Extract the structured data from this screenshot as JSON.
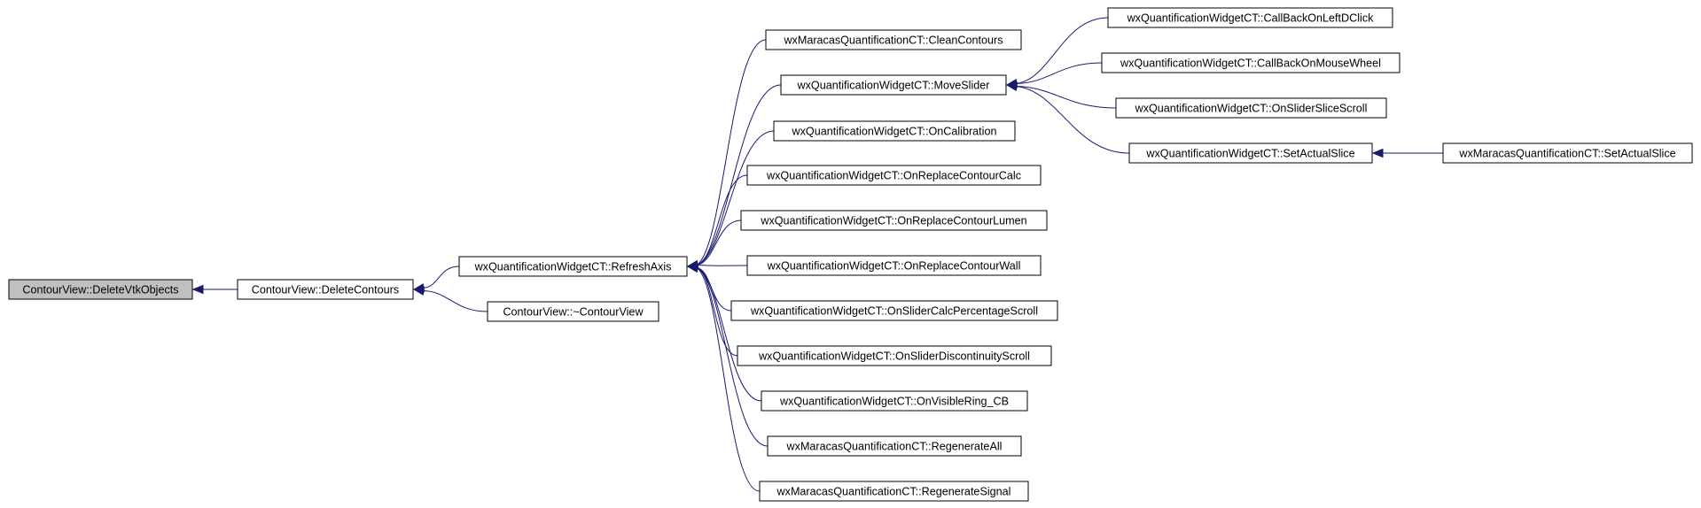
{
  "diagram": {
    "type": "caller-graph",
    "colors": {
      "edge": "#191970",
      "node_border": "#000000",
      "root_fill": "#c0c0c0",
      "node_fill": "#ffffff"
    },
    "nodes": [
      {
        "id": "n0",
        "label": "ContourView::DeleteVtkObjects",
        "root": true
      },
      {
        "id": "n1",
        "label": "ContourView::DeleteContours"
      },
      {
        "id": "n2",
        "label": "wxQuantificationWidgetCT::RefreshAxis"
      },
      {
        "id": "n3",
        "label": "ContourView::~ContourView"
      },
      {
        "id": "n4",
        "label": "wxMaracasQuantificationCT::CleanContours"
      },
      {
        "id": "n5",
        "label": "wxQuantificationWidgetCT::MoveSlider"
      },
      {
        "id": "n6",
        "label": "wxQuantificationWidgetCT::OnCalibration"
      },
      {
        "id": "n7",
        "label": "wxQuantificationWidgetCT::OnReplaceContourCalc"
      },
      {
        "id": "n8",
        "label": "wxQuantificationWidgetCT::OnReplaceContourLumen"
      },
      {
        "id": "n9",
        "label": "wxQuantificationWidgetCT::OnReplaceContourWall"
      },
      {
        "id": "n10",
        "label": "wxQuantificationWidgetCT::OnSliderCalcPercentageScroll"
      },
      {
        "id": "n11",
        "label": "wxQuantificationWidgetCT::OnSliderDiscontinuityScroll"
      },
      {
        "id": "n12",
        "label": "wxQuantificationWidgetCT::OnVisibleRing_CB"
      },
      {
        "id": "n13",
        "label": "wxMaracasQuantificationCT::RegenerateAll"
      },
      {
        "id": "n14",
        "label": "wxMaracasQuantificationCT::RegenerateSignal"
      },
      {
        "id": "n15",
        "label": "wxQuantificationWidgetCT::CallBackOnLeftDClick"
      },
      {
        "id": "n16",
        "label": "wxQuantificationWidgetCT::CallBackOnMouseWheel"
      },
      {
        "id": "n17",
        "label": "wxQuantificationWidgetCT::OnSliderSliceScroll"
      },
      {
        "id": "n18",
        "label": "wxQuantificationWidgetCT::SetActualSlice"
      },
      {
        "id": "n19",
        "label": "wxMaracasQuantificationCT::SetActualSlice"
      }
    ],
    "edges": [
      {
        "from": "n1",
        "to": "n0"
      },
      {
        "from": "n2",
        "to": "n1"
      },
      {
        "from": "n3",
        "to": "n1"
      },
      {
        "from": "n4",
        "to": "n2"
      },
      {
        "from": "n5",
        "to": "n2"
      },
      {
        "from": "n6",
        "to": "n2"
      },
      {
        "from": "n7",
        "to": "n2"
      },
      {
        "from": "n8",
        "to": "n2"
      },
      {
        "from": "n9",
        "to": "n2"
      },
      {
        "from": "n10",
        "to": "n2"
      },
      {
        "from": "n11",
        "to": "n2"
      },
      {
        "from": "n12",
        "to": "n2"
      },
      {
        "from": "n13",
        "to": "n2"
      },
      {
        "from": "n14",
        "to": "n2"
      },
      {
        "from": "n15",
        "to": "n5"
      },
      {
        "from": "n16",
        "to": "n5"
      },
      {
        "from": "n17",
        "to": "n5"
      },
      {
        "from": "n18",
        "to": "n5"
      },
      {
        "from": "n19",
        "to": "n18"
      }
    ]
  }
}
